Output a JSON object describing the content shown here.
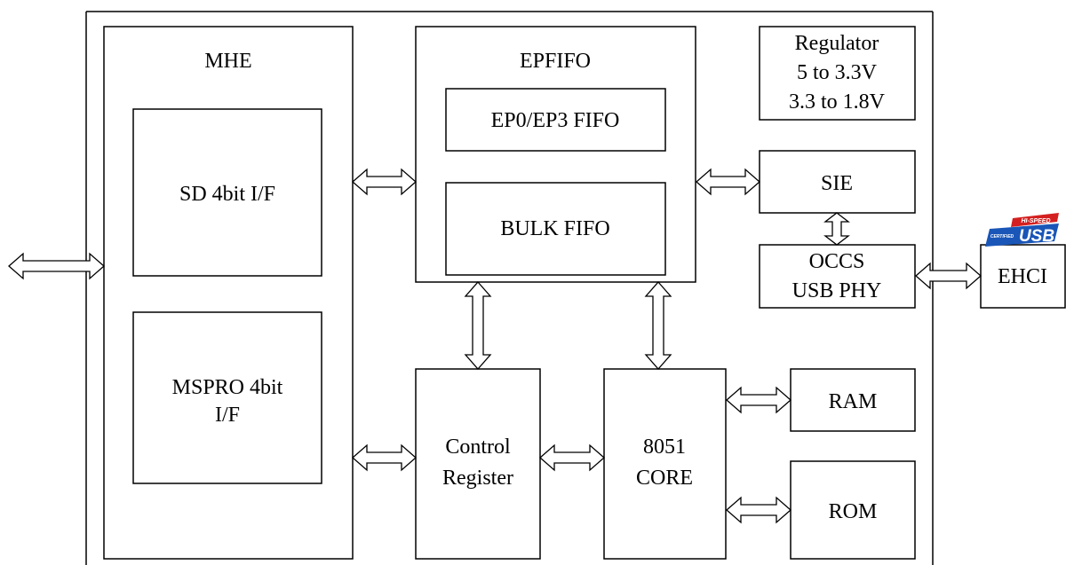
{
  "blocks": {
    "mhe": "MHE",
    "sd": "SD 4bit I/F",
    "mspro": [
      "MSPRO 4bit",
      "I/F"
    ],
    "epfifo": "EPFIFO",
    "ep0": "EP0/EP3 FIFO",
    "bulk": "BULK FIFO",
    "regulator": [
      "Regulator",
      "5 to 3.3V",
      "3.3 to 1.8V"
    ],
    "sie": "SIE",
    "occs": [
      "OCCS",
      "USB PHY"
    ],
    "ehci": "EHCI",
    "control": [
      "Control",
      "Register"
    ],
    "core": [
      "8051",
      "CORE"
    ],
    "ram": "RAM",
    "rom": "ROM"
  },
  "usb_logo": {
    "hispeed": "HI-SPEED",
    "certified": "CERTIFIED",
    "usb": "USB",
    "colors": {
      "blue": "#1a56b8",
      "red": "#d42020"
    }
  }
}
